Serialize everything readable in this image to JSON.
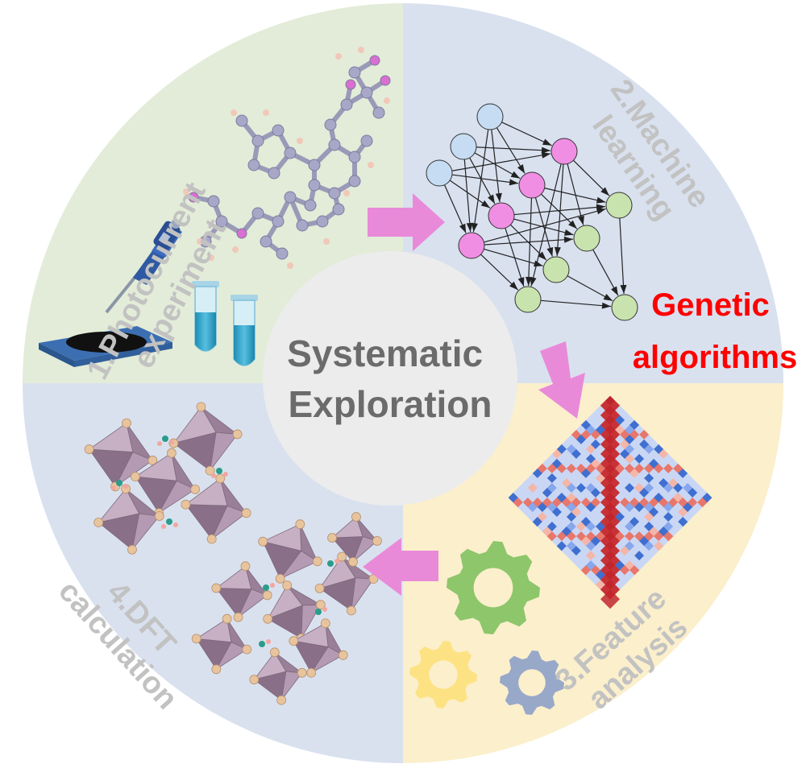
{
  "center": {
    "line1": "Systematic",
    "line2": "Exploration"
  },
  "phases": [
    {
      "line1": "1.Photocurrent",
      "line2": "experiment",
      "bg": "#e3ecd8"
    },
    {
      "line1": "2.Machine",
      "line2": "learning",
      "bg": "#d9e1ef"
    },
    {
      "line1": "3.Feature",
      "line2": "analysis",
      "bg": "#fbefcc"
    },
    {
      "line1": "4.DFT",
      "line2": "calculation",
      "bg": "#d9e1ef"
    }
  ],
  "highlight": {
    "line1": "Genetic",
    "line2": "algorithms",
    "color": "#ff0000"
  },
  "colors": {
    "center_disc": "#ececec",
    "arrow": "#e98ad9",
    "node_blue": "#c6dcf3",
    "node_pink": "#f08ee3",
    "node_green": "#c8e3ad",
    "gear_green": "#8ec66b",
    "gear_yellow": "#fde283",
    "gear_gray": "#98a8c8"
  },
  "icons": [
    "molecule-icon",
    "pipette-icon",
    "test-tube-icon",
    "neural-network-icon",
    "heatmap-icon",
    "gear-icon",
    "crystal-structure-icon",
    "arrow-icon"
  ]
}
